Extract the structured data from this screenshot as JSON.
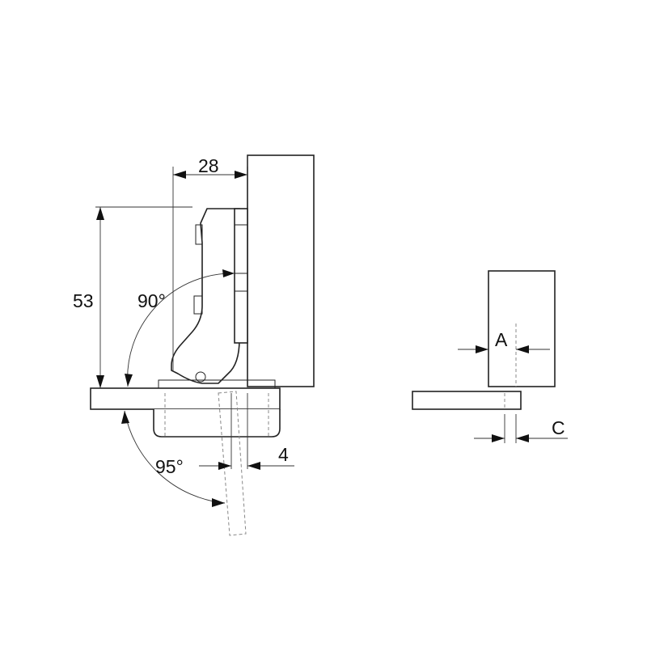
{
  "dimensions": {
    "overlay_width": "28",
    "height": "53",
    "opening_angle": "90°",
    "max_angle": "95°",
    "offset": "4",
    "label_a": "A",
    "label_c": "C"
  }
}
